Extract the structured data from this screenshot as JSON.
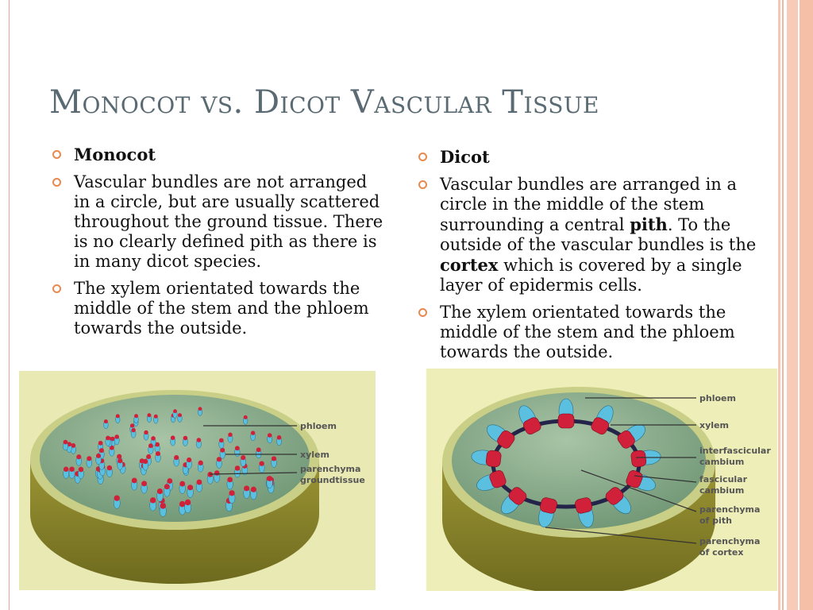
{
  "title": "Monocot vs. Dicot Vascular Tissue",
  "left": {
    "heading": "Monocot",
    "p1": "Vascular bundles are not arranged in a circle, but are usually scattered throughout the ground tissue. There is no clearly defined pith as there is in many dicot species.",
    "p2": "The xylem orientated towards the middle of the stem and the phloem towards the outside."
  },
  "right": {
    "heading": "Dicot",
    "p1_a": "Vascular bundles are arranged in a circle in the middle of the stem surrounding a central ",
    "p1_pith": "pith",
    "p1_b": ". To the outside of the vascular bundles is the ",
    "p1_cortex": "cortex",
    "p1_c": " which is covered by a single layer of epidermis cells.",
    "p2": "The xylem orientated towards the middle of the stem and the phloem towards the outside."
  },
  "monocot_labels": {
    "phloem": "phloem",
    "xylem": "xylem",
    "parenchyma": "parenchyma",
    "groundtissue": "groundtissue"
  },
  "dicot_labels": {
    "phloem": "phloem",
    "xylem": "xylem",
    "interfascicular": "interfascicular",
    "interfascicular_2": "cambium",
    "fascicular": "fascicular",
    "fascicular_2": "cambium",
    "pith": "parenchyma",
    "pith_2": "of pith",
    "cortex": "parenchyma",
    "cortex_2": "of cortex"
  },
  "colors": {
    "bullet": "#e8894f",
    "title": "#5a6a72",
    "phloem": "#5bc0e0",
    "xylem": "#d0203a",
    "tissue": "#8fb08e",
    "rim": "#a19a3a"
  }
}
